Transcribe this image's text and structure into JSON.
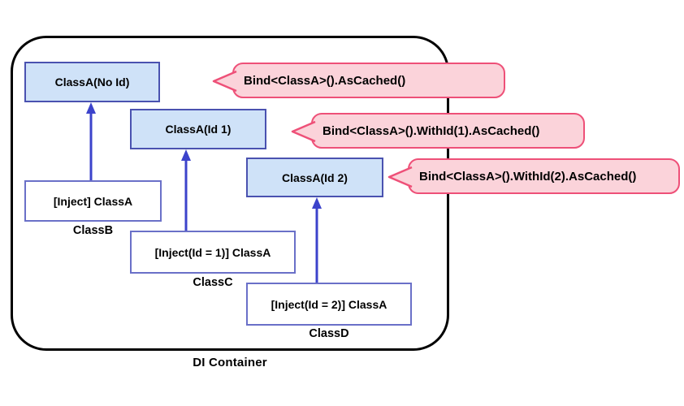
{
  "diagram": {
    "container_label": "DI Container",
    "colors": {
      "binding_fill": "#cfe2f8",
      "binding_border": "#4a52b0",
      "consumer_border": "#6a70c8",
      "arrow": "#3c43cb",
      "callout_fill": "#fbd3da",
      "callout_border": "#ee5078",
      "container_border": "#000000"
    },
    "bindings": [
      {
        "label": "ClassA(No Id)"
      },
      {
        "label": "ClassA(Id 1)"
      },
      {
        "label": "ClassA(Id 2)"
      }
    ],
    "consumers": [
      {
        "label": "[Inject] ClassA",
        "class_name": "ClassB"
      },
      {
        "label": "[Inject(Id = 1)] ClassA",
        "class_name": "ClassC"
      },
      {
        "label": "[Inject(Id = 2)] ClassA",
        "class_name": "ClassD"
      }
    ],
    "callouts": [
      {
        "text": "Bind<ClassA>().AsCached()"
      },
      {
        "text": "Bind<ClassA>().WithId(1).AsCached()"
      },
      {
        "text": "Bind<ClassA>().WithId(2).AsCached()"
      }
    ]
  }
}
